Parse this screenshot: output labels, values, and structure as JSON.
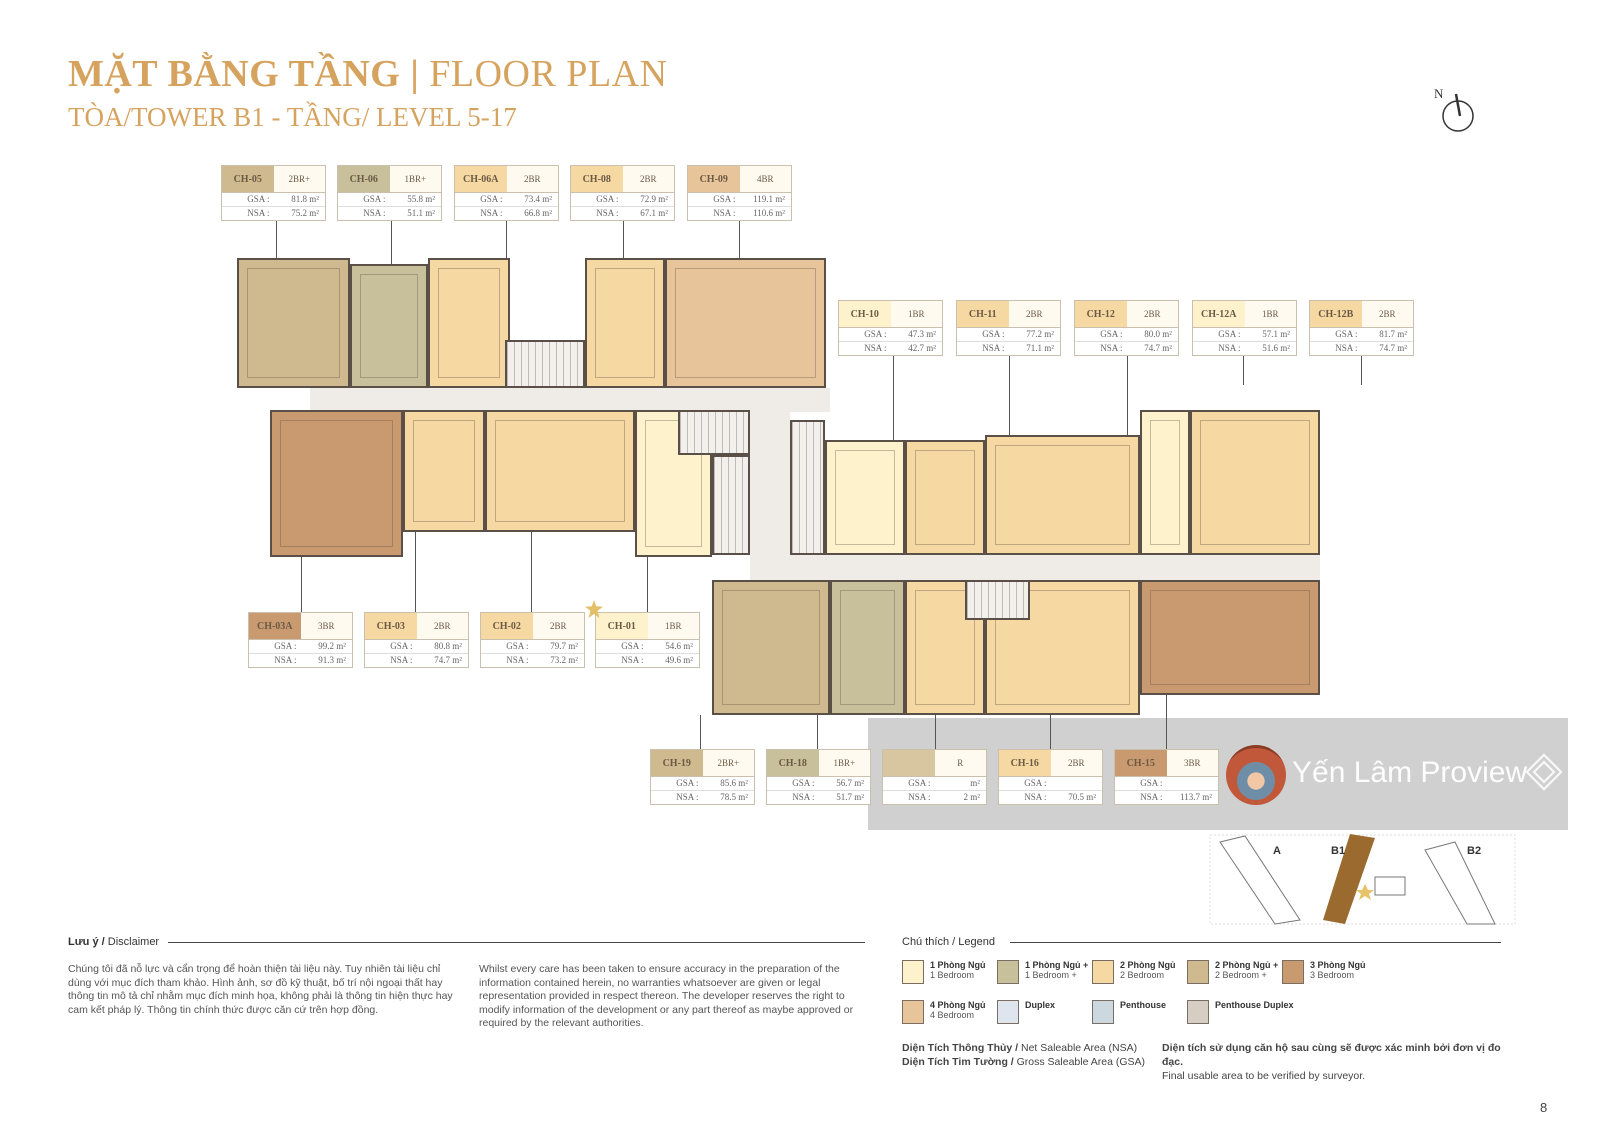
{
  "header": {
    "title_vi": "MẶT BẰNG TẦNG",
    "title_sep": "|",
    "title_en": "FLOOR PLAN",
    "subtitle": "TÒA/TOWER B1 - TẦNG/ LEVEL  5-17",
    "north_label": "N"
  },
  "unit_types": {
    "1BR": "#fdf2cc",
    "1BR+": "#c8c09a",
    "2BR": "#f6d8a2",
    "2BR+": "#cfb98e",
    "3BR": "#c99a6f",
    "4BR": "#e8c49b"
  },
  "units": [
    {
      "code": "CH-05",
      "type": "2BR+",
      "gsa": "81.8 m²",
      "nsa": "75.2 m²"
    },
    {
      "code": "CH-06",
      "type": "1BR+",
      "gsa": "55.8 m²",
      "nsa": "51.1 m²"
    },
    {
      "code": "CH-06A",
      "type": "2BR",
      "gsa": "73.4 m²",
      "nsa": "66.8 m²"
    },
    {
      "code": "CH-08",
      "type": "2BR",
      "gsa": "72.9 m²",
      "nsa": "67.1 m²"
    },
    {
      "code": "CH-09",
      "type": "4BR",
      "gsa": "119.1 m²",
      "nsa": "110.6 m²"
    },
    {
      "code": "CH-10",
      "type": "1BR",
      "gsa": "47.3 m²",
      "nsa": "42.7 m²"
    },
    {
      "code": "CH-11",
      "type": "2BR",
      "gsa": "77.2 m²",
      "nsa": "71.1 m²"
    },
    {
      "code": "CH-12",
      "type": "2BR",
      "gsa": "80.0 m²",
      "nsa": "74.7 m²"
    },
    {
      "code": "CH-12A",
      "type": "1BR",
      "gsa": "57.1 m²",
      "nsa": "51.6 m²"
    },
    {
      "code": "CH-12B",
      "type": "2BR",
      "gsa": "81.7 m²",
      "nsa": "74.7 m²"
    },
    {
      "code": "CH-03A",
      "type": "3BR",
      "gsa": "99.2 m²",
      "nsa": "91.3 m²"
    },
    {
      "code": "CH-03",
      "type": "2BR",
      "gsa": "80.8 m²",
      "nsa": "74.7 m²"
    },
    {
      "code": "CH-02",
      "type": "2BR",
      "gsa": "79.7 m²",
      "nsa": "73.2 m²"
    },
    {
      "code": "CH-01",
      "type": "1BR",
      "gsa": "54.6 m²",
      "nsa": "49.6 m²"
    },
    {
      "code": "CH-19",
      "type": "2BR+",
      "gsa": "85.6 m²",
      "nsa": "78.5 m²"
    },
    {
      "code": "CH-18",
      "type": "1BR+",
      "gsa": "56.7 m²",
      "nsa": "51.7 m²"
    },
    {
      "code": "",
      "type": "R",
      "gsa": "m²",
      "nsa": "2 m²"
    },
    {
      "code": "CH-16",
      "type": "2BR",
      "gsa": "",
      "nsa": "70.5 m²"
    },
    {
      "code": "CH-15",
      "type": "3BR",
      "gsa": "",
      "nsa": "113.7 m²"
    }
  ],
  "labels": {
    "gsa": "GSA :",
    "nsa": "NSA :"
  },
  "watermark": {
    "text": "Yến Lâm Proview"
  },
  "keyplan": {
    "towers": [
      "A",
      "B1",
      "B2"
    ]
  },
  "disclaimer": {
    "heading_vi": "Lưu ý /",
    "heading_en": " Disclaimer",
    "text_vi": "Chúng tôi đã nỗ lực và cẩn trọng để hoàn thiện tài liệu này. Tuy nhiên tài liệu chỉ dùng với mục đích tham khảo. Hình ảnh, sơ đồ kỹ thuật, bố trí nội ngoại thất hay thông tin mô tả chỉ nhằm mục đích minh họa, không phải là thông tin hiện thực hay cam kết pháp lý. Thông tin chính thức được căn cứ trên hợp đồng.",
    "text_en": "Whilst every care has been taken to ensure accuracy in the preparation of the information contained herein, no warranties whatsoever are given or legal representation provided in respect thereon. The developer reserves the right to modify information of the development or any part thereof as maybe approved or required by the relevant authorities."
  },
  "legend": {
    "heading": "Chú thích / Legend",
    "items": [
      {
        "vi": "1 Phòng Ngủ",
        "en": "1 Bedroom",
        "color": "#fdf2cc"
      },
      {
        "vi": "1 Phòng Ngủ +",
        "en": "1 Bedroom +",
        "color": "#c8c09a"
      },
      {
        "vi": "2 Phòng Ngủ",
        "en": "2 Bedroom",
        "color": "#f6d8a2"
      },
      {
        "vi": "2 Phòng Ngủ +",
        "en": "2 Bedroom +",
        "color": "#cfb98e"
      },
      {
        "vi": "3 Phòng Ngủ",
        "en": "3 Bedroom",
        "color": "#c99a6f"
      },
      {
        "vi": "4 Phòng Ngủ",
        "en": "4 Bedroom",
        "color": "#e8c49b"
      },
      {
        "vi": "Duplex",
        "en": "",
        "color": "#dfe5ee"
      },
      {
        "vi": "Penthouse",
        "en": "",
        "color": "#ccd8e0"
      },
      {
        "vi": "Penthouse Duplex",
        "en": "",
        "color": "#d6cdc3"
      }
    ],
    "nsa_def_vi": "Diện Tích Thông Thủy /",
    "nsa_def_en": " Net Saleable Area (NSA)",
    "gsa_def_vi": "Diện Tích Tim Tường /",
    "gsa_def_en": " Gross Saleable Area (GSA)",
    "note_vi": "Diện tích sử dụng căn hộ sau cùng sẽ được xác minh bởi đơn vị đo đạc.",
    "note_en": "Final usable area to be verified by surveyor."
  },
  "page_number": "8"
}
